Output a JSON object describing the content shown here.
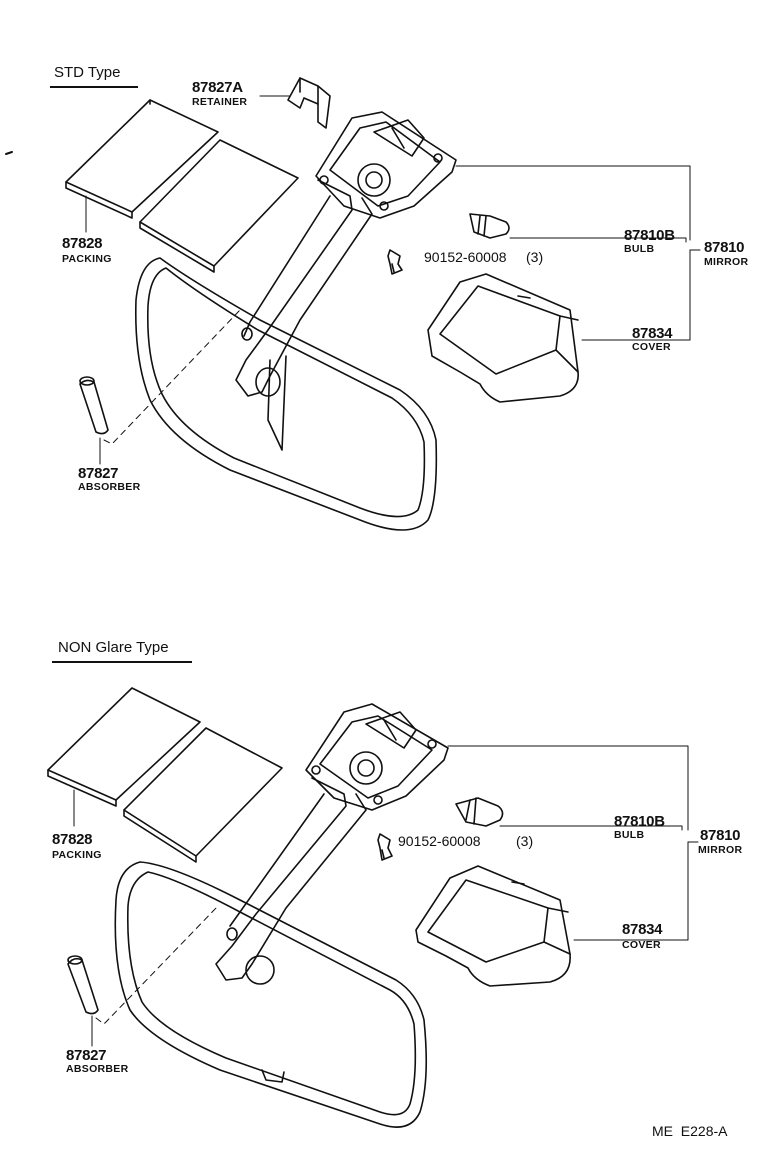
{
  "std": {
    "header": "STD Type",
    "retainer": {
      "part": "87827A",
      "name": "RETAINER"
    },
    "packing": {
      "part": "87828",
      "name": "PACKING"
    },
    "absorber": {
      "part": "87827",
      "name": "ABSORBER"
    },
    "bulb": {
      "part": "87810B",
      "name": "BULB"
    },
    "mirror": {
      "part": "87810",
      "name": "MIRROR"
    },
    "screw": {
      "part": "90152-60008",
      "qty": "(3)"
    },
    "cover": {
      "part": "87834",
      "name": "COVER"
    }
  },
  "nonglare": {
    "header": "NON Glare Type",
    "packing": {
      "part": "87828",
      "name": "PACKING"
    },
    "absorber": {
      "part": "87827",
      "name": "ABSORBER"
    },
    "bulb": {
      "part": "87810B",
      "name": "BULB"
    },
    "mirror": {
      "part": "87810",
      "name": "MIRROR"
    },
    "screw": {
      "part": "90152-60008",
      "qty": "(3)"
    },
    "cover": {
      "part": "87834",
      "name": "COVER"
    }
  },
  "drawing_code": "ME  E228-A"
}
